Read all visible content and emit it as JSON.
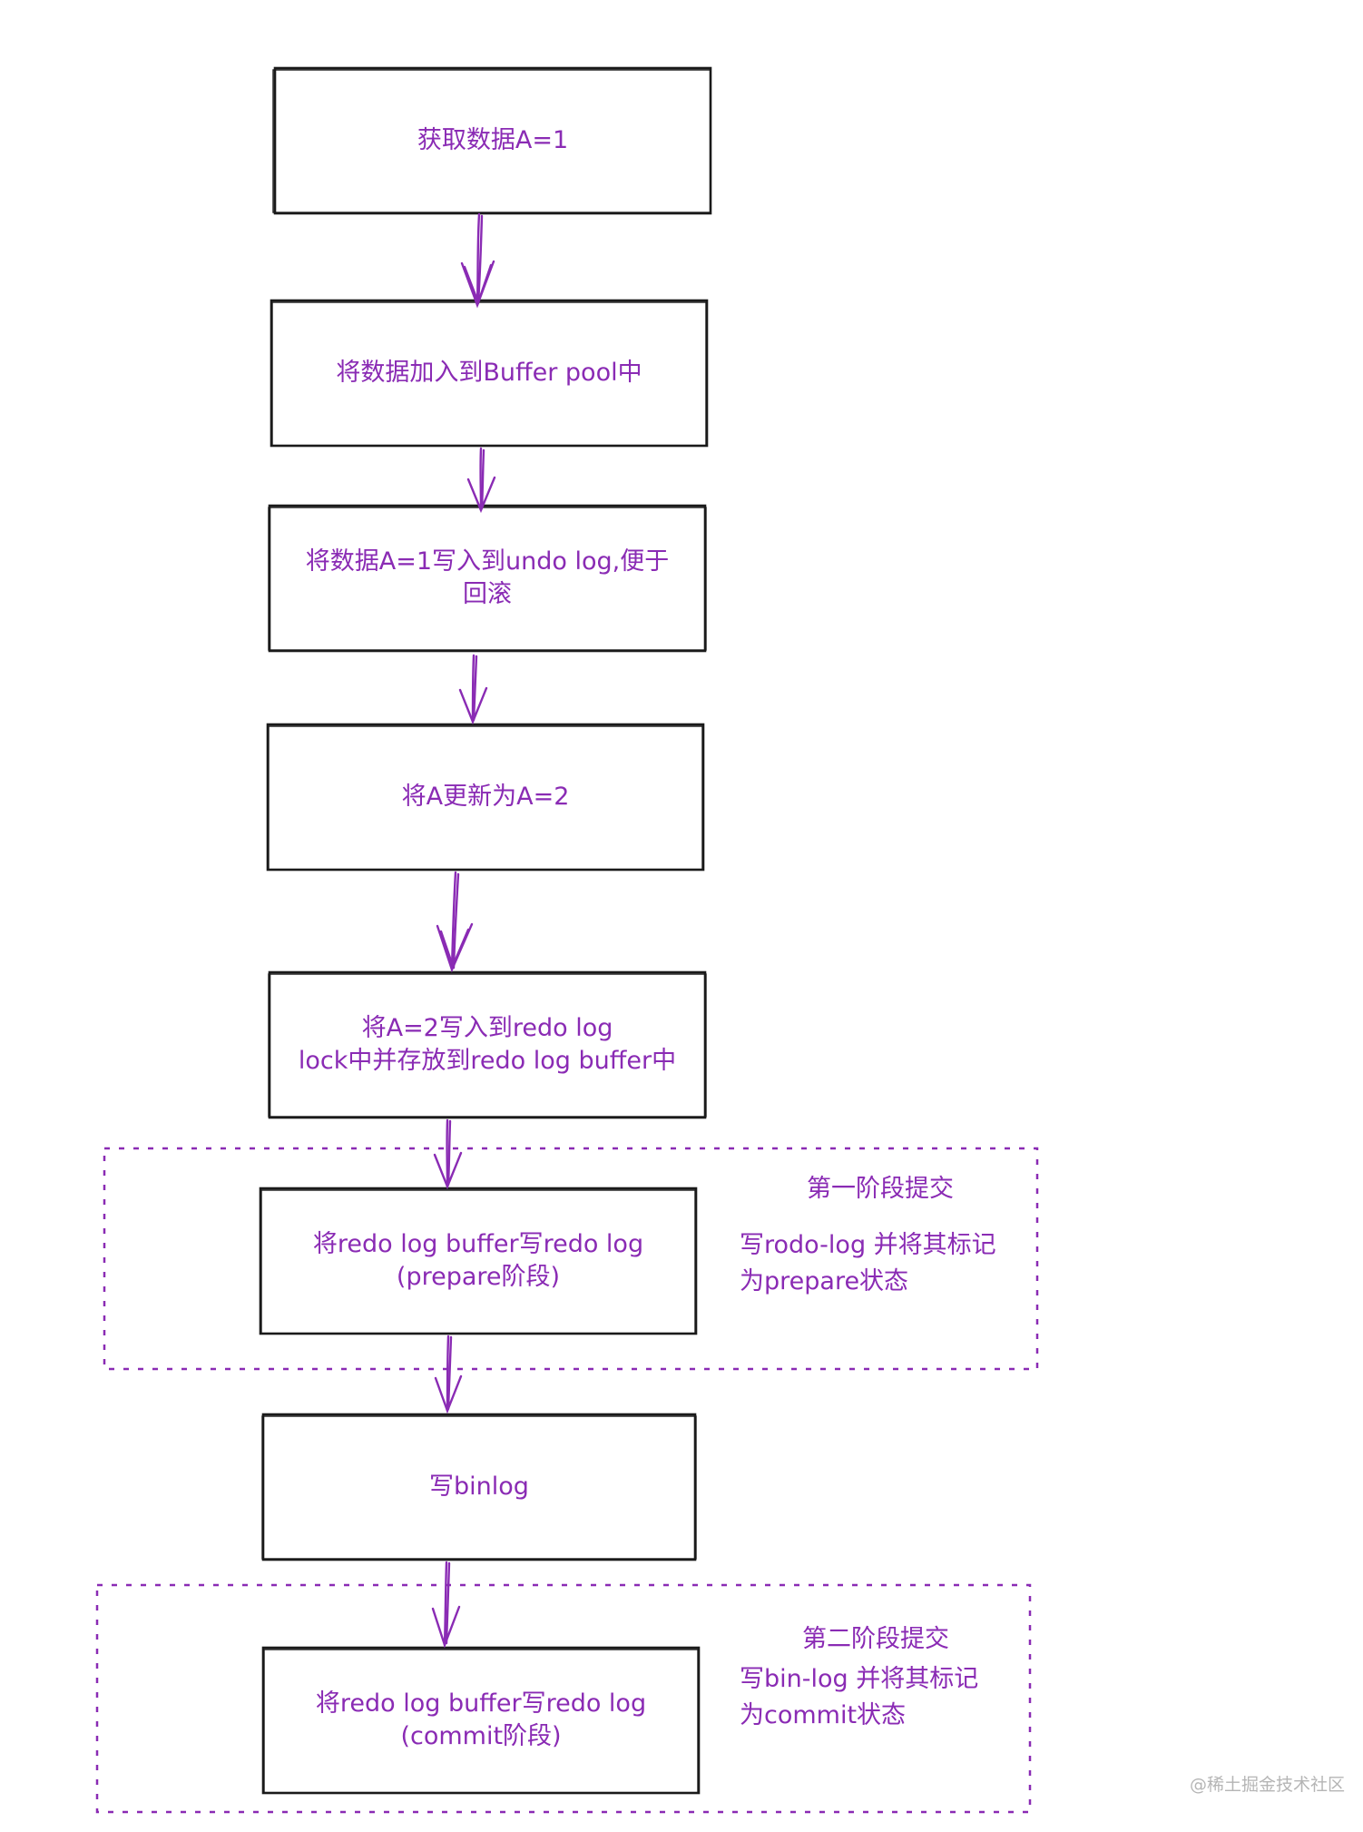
{
  "steps": [
    "获取数据A=1",
    "将数据加入到Buffer pool中",
    "将数据A=1写入到undo log,便于\n回滚",
    "将A更新为A=2",
    "将A=2写入到redo log\nlock中并存放到redo log buffer中",
    "将redo log buffer写redo log\n(prepare阶段)",
    "写binlog",
    "将redo log buffer写redo log\n(commit阶段)"
  ],
  "phase1": {
    "title": "第一阶段提交",
    "body": "写rodo-log 并将其标记\n为prepare状态"
  },
  "phase2": {
    "title": "第二阶段提交",
    "body": "写bin-log 并将其标记\n为commit状态"
  },
  "watermark": "@稀土掘金技术社区",
  "colors": {
    "text": "#8a2bb4",
    "arrow": "#8a2bb4",
    "box_stroke": "#1a1a1a",
    "dashed_group": "#8a2bb4"
  }
}
